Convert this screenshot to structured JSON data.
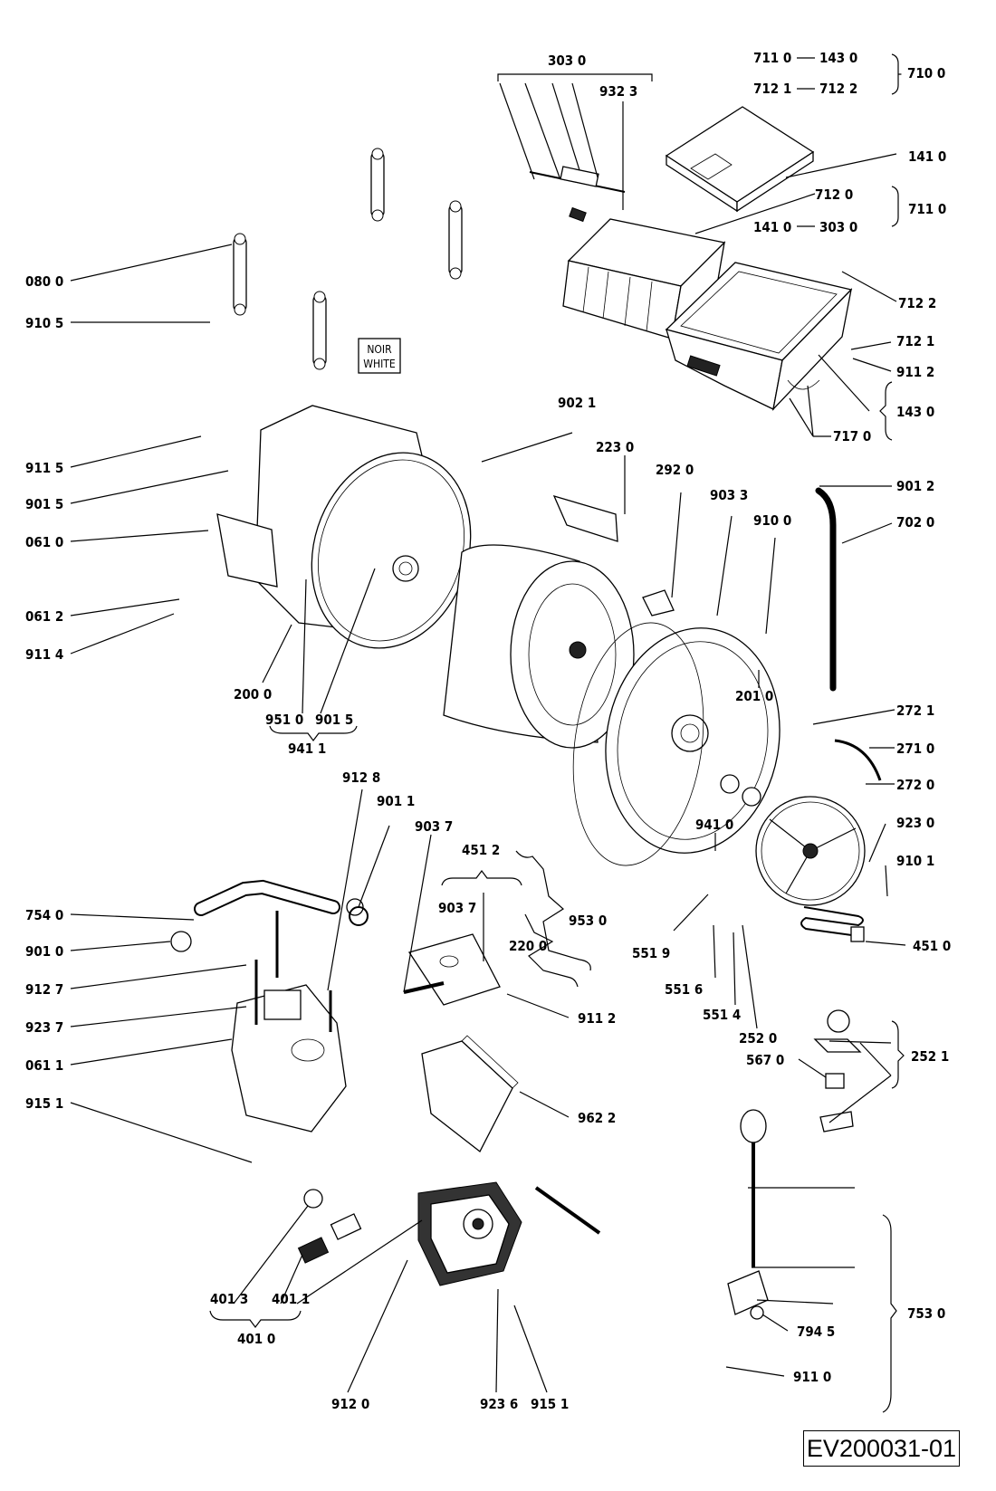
{
  "drawing_ref": "EV200031-01",
  "color_tag": {
    "line1": "NOIR",
    "line2": "WHITE"
  },
  "labels": {
    "l3030": "303 0",
    "l9323": "932 3",
    "l7110a": "711 0",
    "l1430a": "143 0",
    "l7100": "710 0",
    "l7121a": "712 1",
    "l7122a": "712 2",
    "l1410a": "141 0",
    "l7120": "712 0",
    "l7110b": "711 0",
    "l1410b": "141 0",
    "l3030b": "303 0",
    "l0800": "080 0",
    "l9105": "910 5",
    "l7122b": "712 2",
    "l7121b": "712 1",
    "l9112a": "911 2",
    "l1430b": "143 0",
    "l7170": "717 0",
    "l9021": "902 1",
    "l2230": "223 0",
    "l2920": "292 0",
    "l9033": "903 3",
    "l9100": "910 0",
    "l9115": "911 5",
    "l9015a": "901 5",
    "l0610": "061 0",
    "l0612": "061 2",
    "l9114": "911 4",
    "l9012": "901 2",
    "l7020": "702 0",
    "l2000": "200 0",
    "l9510": "951 0",
    "l9015b": "901 5",
    "l9411": "941 1",
    "l2010": "201 0",
    "l2721": "272 1",
    "l2710": "271 0",
    "l2720": "272 0",
    "l9128": "912 8",
    "l9011": "901 1",
    "l9037a": "903 7",
    "l4512": "451 2",
    "l9037b": "903 7",
    "l9410": "941 0",
    "l9230": "923 0",
    "l9101": "910 1",
    "l7540": "754 0",
    "l9010": "901 0",
    "l9127": "912 7",
    "l9237": "923 7",
    "l0611": "061 1",
    "l9151a": "915 1",
    "l9530": "953 0",
    "l2200": "220 0",
    "l5519": "551 9",
    "l5516": "551 6",
    "l5514": "551 4",
    "l2520": "252 0",
    "l4510": "451 0",
    "l9112b": "911 2",
    "l5670": "567 0",
    "l2521": "252 1",
    "l9622": "962 2",
    "l4013": "401 3",
    "l4011": "401 1",
    "l4010": "401 0",
    "l9120": "912 0",
    "l9236": "923 6",
    "l9151b": "915 1",
    "l7530": "753 0",
    "l7945": "794 5",
    "l9110": "911 0"
  }
}
